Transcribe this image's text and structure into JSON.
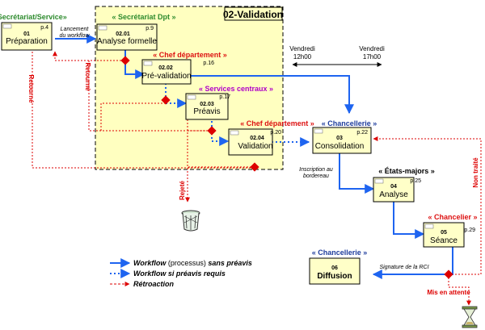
{
  "zone": {
    "title": "02-Validation"
  },
  "roles": {
    "secretariat_service": "« Secrétariat/Service»",
    "secretariat_dpt": "« Secrétariat Dpt »",
    "chef_dept_1": "« Chef département »",
    "services_centraux": "« Services centraux »",
    "chef_dept_2": "« Chef département »",
    "chancellerie_1": "« Chancellerie »",
    "etats_majors": "« États-majors »",
    "chancelier": "« Chancelier »",
    "chancellerie_2": "« Chancellerie »"
  },
  "tasks": [
    {
      "id": "01",
      "label": "Préparation",
      "page": "p.4"
    },
    {
      "id": "02.01",
      "label": "Analyse formelle",
      "page": "p.9"
    },
    {
      "id": "02.02",
      "label": "Pré-validation",
      "page": "p.16"
    },
    {
      "id": "02.03",
      "label": "Préavis",
      "page": "p.17"
    },
    {
      "id": "02.04",
      "label": "Validation",
      "page": "p.20"
    },
    {
      "id": "03",
      "label": "Consolidation",
      "page": "p.22"
    },
    {
      "id": "04",
      "label": "Analyse",
      "page": "p.25"
    },
    {
      "id": "05",
      "label": "Séance",
      "page": "p.29"
    },
    {
      "id": "06",
      "label": "Diffusion",
      "page": ""
    }
  ],
  "annotations": {
    "lancement_1": "Lancement",
    "lancement_2": "du workflow",
    "vendredi_1": "Vendredi",
    "heure_1": "12h00",
    "vendredi_2": "Vendredi",
    "heure_2": "17h00",
    "inscription_1": "Inscription au",
    "inscription_2": "bordereau",
    "signature": "Signature de la RCI",
    "retourne_1": "Retourné",
    "retourne_2": "Retourné",
    "rejete": "Rejeté",
    "non_traite": "Non traité",
    "mis_en_attente": "Mis en attente"
  },
  "legend": {
    "solid_1": "Workflow",
    "solid_2": " (processus) ",
    "solid_3": "sans préavis",
    "dotted": "Workflow si préavis requis",
    "feedback": "Rétroaction"
  },
  "colors": {
    "zone_fill": "#FFFFC0",
    "task_fill": "#FFFFC8",
    "workflow": "#1E64F0",
    "feedback": "#DD0000",
    "role_green": "#2E8B2E",
    "role_red": "#DD1111",
    "role_purple": "#B000C8",
    "role_blue": "#1E3C9C"
  }
}
